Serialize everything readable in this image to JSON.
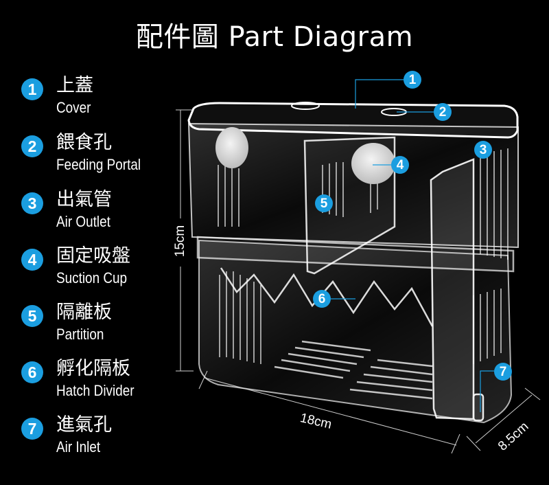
{
  "title": "配件圖 Part Diagram",
  "accent_color": "#1b9ee0",
  "parts": [
    {
      "number": "1",
      "zh": "上蓋",
      "en": "Cover"
    },
    {
      "number": "2",
      "zh": "餵食孔",
      "en": "Feeding Portal"
    },
    {
      "number": "3",
      "zh": "出氣管",
      "en": "Air Outlet"
    },
    {
      "number": "4",
      "zh": "固定吸盤",
      "en": "Suction Cup"
    },
    {
      "number": "5",
      "zh": "隔離板",
      "en": "Partition"
    },
    {
      "number": "6",
      "zh": "孵化隔板",
      "en": "Hatch Divider"
    },
    {
      "number": "7",
      "zh": "進氣孔",
      "en": "Air Inlet"
    }
  ],
  "dimensions": {
    "height": "15cm",
    "length": "18cm",
    "depth": "8.5cm"
  }
}
